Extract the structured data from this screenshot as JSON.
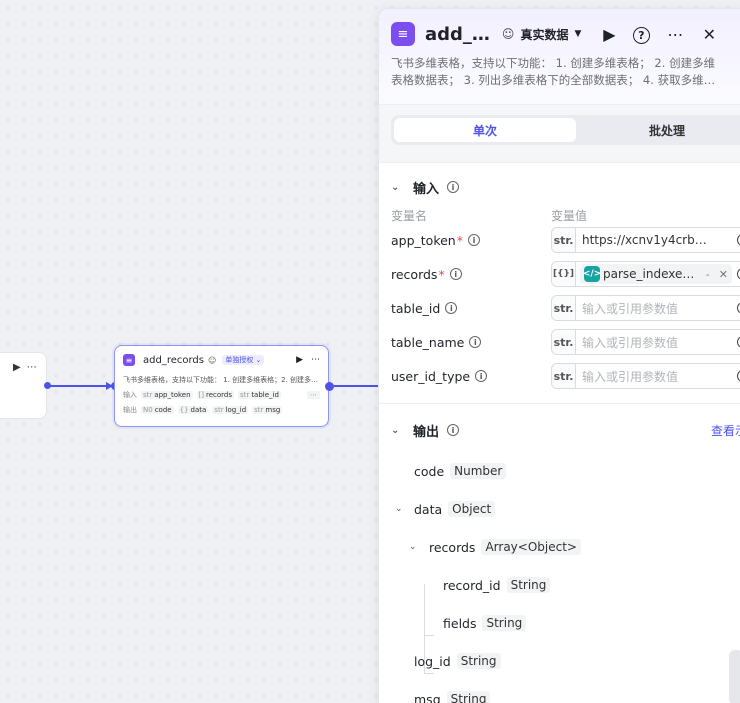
{
  "canvas": {
    "left_node": {
      "run_icon": "play-icon",
      "more_icon": "more-icon"
    },
    "main_node": {
      "title": "add_records",
      "badge": "单独授权",
      "description": "飞书多维表格，支持以下功能： 1. 创建多维表格；2. 创建多维…",
      "input_label": "输入",
      "inputs": [
        {
          "type": "str",
          "name": "app_token"
        },
        {
          "type": "[]",
          "name": "records"
        },
        {
          "type": "str",
          "name": "table_id"
        }
      ],
      "output_label": "输出",
      "outputs": [
        {
          "type": "N0",
          "name": "code"
        },
        {
          "type": "{}",
          "name": "data"
        },
        {
          "type": "str",
          "name": "log_id"
        },
        {
          "type": "str",
          "name": "msg"
        }
      ]
    }
  },
  "panel": {
    "title": "add_…",
    "mode_label": "真实数据",
    "description": "飞书多维表格，支持以下功能： 1. 创建多维表格； 2. 创建多维\n表格数据表； 3. 列出多维表格下的全部数据表； 4. 获取多维…",
    "tabs": [
      {
        "label": "单次",
        "active": true
      },
      {
        "label": "批处理",
        "active": false
      }
    ],
    "input_section": {
      "title": "输入",
      "col_name": "变量名",
      "col_value": "变量值",
      "rows": [
        {
          "name": "app_token",
          "required": true,
          "type": "str.",
          "value": "https://xcnv1y4crb…",
          "placeholder": false
        },
        {
          "name": "records",
          "required": true,
          "type": "[{}]",
          "ref": "parse_indexe…",
          "ref_sep": "-",
          "placeholder": false
        },
        {
          "name": "table_id",
          "required": false,
          "type": "str.",
          "value": "输入或引用参数值",
          "placeholder": true
        },
        {
          "name": "table_name",
          "required": false,
          "type": "str.",
          "value": "输入或引用参数值",
          "placeholder": true
        },
        {
          "name": "user_id_type",
          "required": false,
          "type": "str.",
          "value": "输入或引用参数值",
          "placeholder": true
        }
      ]
    },
    "output_section": {
      "title": "输出",
      "view_example": "查看示例",
      "fields": [
        {
          "name": "code",
          "type": "Number"
        },
        {
          "name": "data",
          "type": "Object"
        },
        {
          "name": "records",
          "type": "Array<Object>"
        },
        {
          "name": "record_id",
          "type": "String"
        },
        {
          "name": "fields",
          "type": "String"
        },
        {
          "name": "log_id",
          "type": "String"
        },
        {
          "name": "msg",
          "type": "String"
        }
      ]
    }
  },
  "colors": {
    "accent": "#4d53e8",
    "plugin_icon": "#7c4ef0",
    "code_icon": "#16a3a3",
    "required": "#e5484d"
  }
}
